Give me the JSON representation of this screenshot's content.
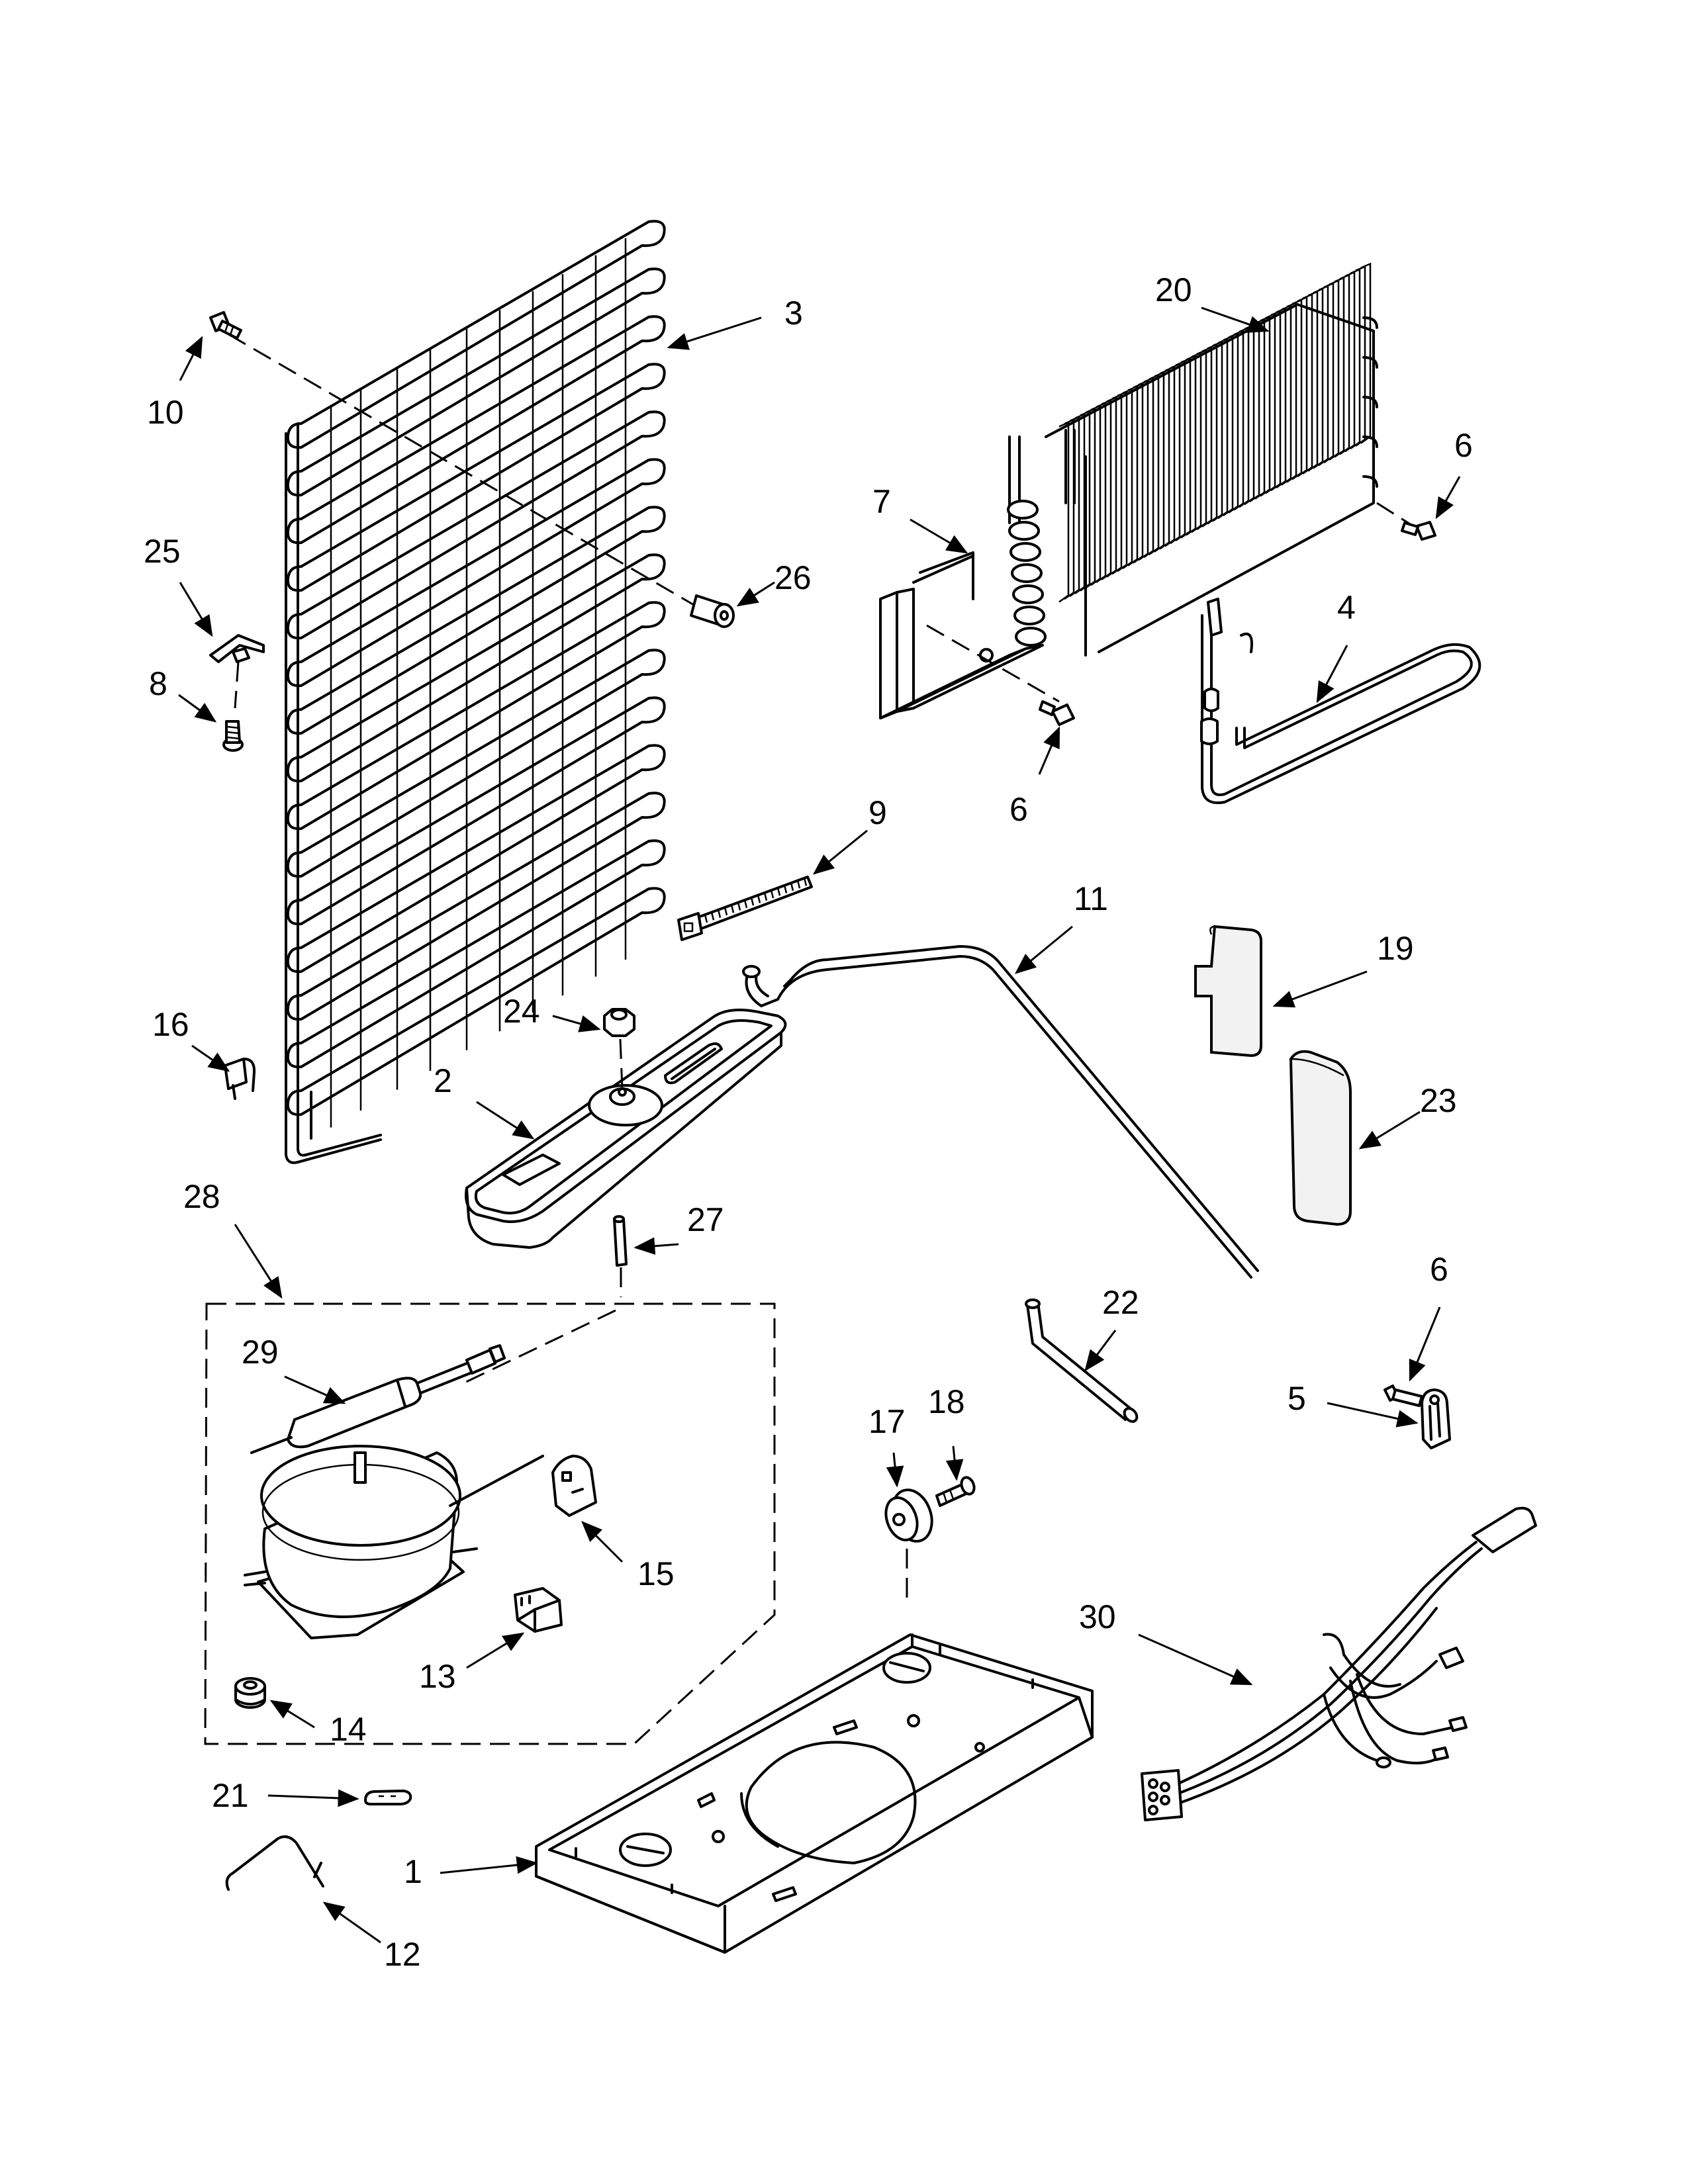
{
  "callouts": [
    {
      "id": "c1",
      "text": "1"
    },
    {
      "id": "c2",
      "text": "2"
    },
    {
      "id": "c3",
      "text": "3"
    },
    {
      "id": "c4",
      "text": "4"
    },
    {
      "id": "c5",
      "text": "5"
    },
    {
      "id": "c6a",
      "text": "6"
    },
    {
      "id": "c6b",
      "text": "6"
    },
    {
      "id": "c6c",
      "text": "6"
    },
    {
      "id": "c7",
      "text": "7"
    },
    {
      "id": "c8",
      "text": "8"
    },
    {
      "id": "c9",
      "text": "9"
    },
    {
      "id": "c10",
      "text": "10"
    },
    {
      "id": "c11",
      "text": "11"
    },
    {
      "id": "c12",
      "text": "12"
    },
    {
      "id": "c13",
      "text": "13"
    },
    {
      "id": "c14",
      "text": "14"
    },
    {
      "id": "c15",
      "text": "15"
    },
    {
      "id": "c16",
      "text": "16"
    },
    {
      "id": "c17",
      "text": "17"
    },
    {
      "id": "c18",
      "text": "18"
    },
    {
      "id": "c19",
      "text": "19"
    },
    {
      "id": "c20",
      "text": "20"
    },
    {
      "id": "c21",
      "text": "21"
    },
    {
      "id": "c22",
      "text": "22"
    },
    {
      "id": "c23",
      "text": "23"
    },
    {
      "id": "c24",
      "text": "24"
    },
    {
      "id": "c25",
      "text": "25"
    },
    {
      "id": "c26",
      "text": "26"
    },
    {
      "id": "c27",
      "text": "27"
    },
    {
      "id": "c28",
      "text": "28"
    },
    {
      "id": "c29",
      "text": "29"
    },
    {
      "id": "c30",
      "text": "30"
    }
  ]
}
